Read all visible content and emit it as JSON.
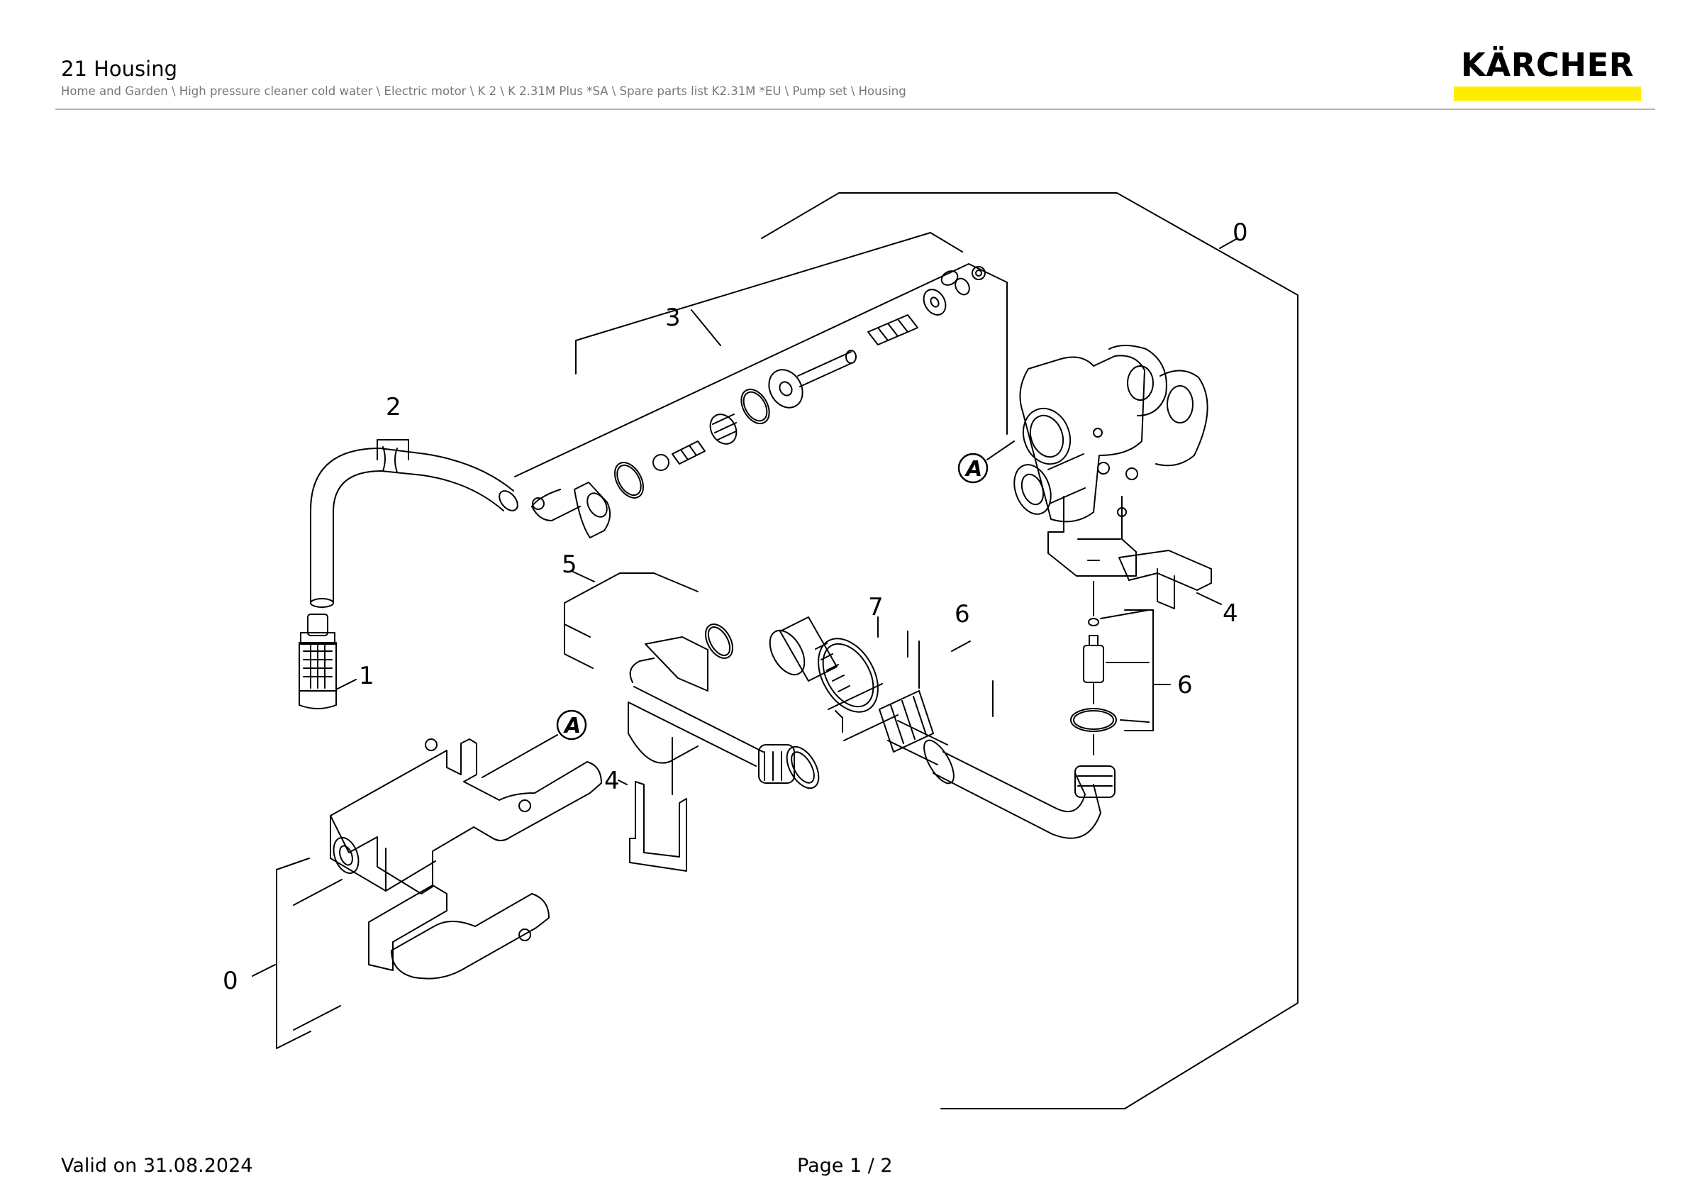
{
  "header": {
    "title": "21 Housing",
    "breadcrumb": "Home and Garden \\ High pressure cleaner cold water \\ Electric motor \\ K 2 \\ K 2.31M Plus *SA \\ Spare parts list K2.31M *EU \\ Pump set \\ Housing",
    "brand": "KÄRCHER",
    "brand_color": "#ffed00"
  },
  "diagram": {
    "callouts": {
      "housing_top": "0",
      "filter": "1",
      "hose": "2",
      "valve_kit": "3",
      "clip_right": "4",
      "inlet_pipe": "5",
      "connector_kit": "6",
      "seal_kit": "6",
      "coupling": "7",
      "clip_left": "4",
      "bracket": "0"
    },
    "connection_marker": "A"
  },
  "footer": {
    "valid": "Valid on 31.08.2024",
    "page": "Page 1 / 2"
  }
}
